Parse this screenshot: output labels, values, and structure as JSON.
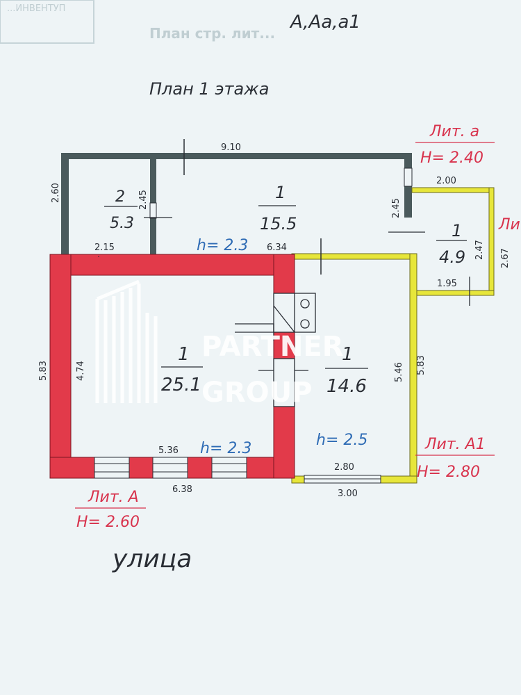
{
  "header": {
    "stamp_left": "...ИНВЕНТУП",
    "stamp_right": "План стр. лит...",
    "handwritten_id": "A,Aa,a1"
  },
  "plan_title": "План 1 этажа",
  "street": "улица",
  "watermark": {
    "line1": "PARTNER",
    "line2": "GROUP"
  },
  "dimensions": {
    "top_total": "9.10",
    "left_small": "2.60",
    "room2_height": "2.45",
    "room2_width": "2.15",
    "room1_top_width": "6.34",
    "side_door": "2.45",
    "annex_width_top": "2.00",
    "annex_height_inner": "2.47",
    "annex_height_outer": "2.67",
    "annex_width_bottom": "1.95",
    "left_outer": "5.83",
    "left_inner": "4.74",
    "right_inner": "5.46",
    "right_outer": "5.83",
    "bottom_inner_a": "5.36",
    "bottom_outer_a": "6.38",
    "bottom_inner_a1": "2.80",
    "bottom_outer_a1": "3.00"
  },
  "rooms": {
    "r2": {
      "num": "2",
      "area": "5.3"
    },
    "r1_top": {
      "num": "1",
      "area": "15.5"
    },
    "r1_annex": {
      "num": "1",
      "area": "4.9"
    },
    "r1_main": {
      "num": "1",
      "area": "25.1"
    },
    "r1_right": {
      "num": "1",
      "area": "14.6"
    }
  },
  "heights": {
    "top": "h= 2.3",
    "main": "h= 2.3",
    "right": "h= 2.5"
  },
  "liters": {
    "a_top": {
      "name": "Лит. а",
      "h": "H= 2.40"
    },
    "annex_cut": "Ли",
    "A1": {
      "name": "Лит. А1",
      "h": "H= 2.80"
    },
    "A": {
      "name": "Лит. А",
      "h": "H= 2.60"
    }
  },
  "colors": {
    "paper": "#eef4f6",
    "wall_dark": "#4a5a5c",
    "wall_red": "#e23a4a",
    "wall_yellow": "#e7e63a",
    "ink_blue": "#2f6cb5",
    "ink_red": "#d8334d"
  }
}
